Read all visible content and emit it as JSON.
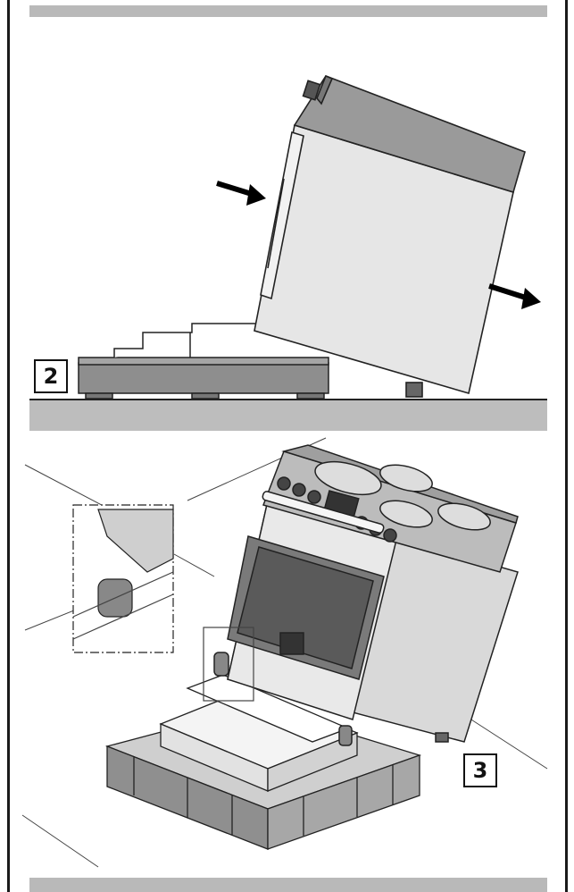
{
  "steps": [
    {
      "number": "2"
    },
    {
      "number": "3"
    }
  ],
  "colors": {
    "band": "#b9b9b9",
    "appliance_body": "#e6e6e6",
    "appliance_top": "#9a9a9a",
    "pallet": "#8e8e8e",
    "floor": "#bdbdbd",
    "outline": "#222222"
  },
  "icons": [
    "arrow-icon",
    "arrow-icon",
    "range-cooker",
    "pallet",
    "leg-detail"
  ]
}
